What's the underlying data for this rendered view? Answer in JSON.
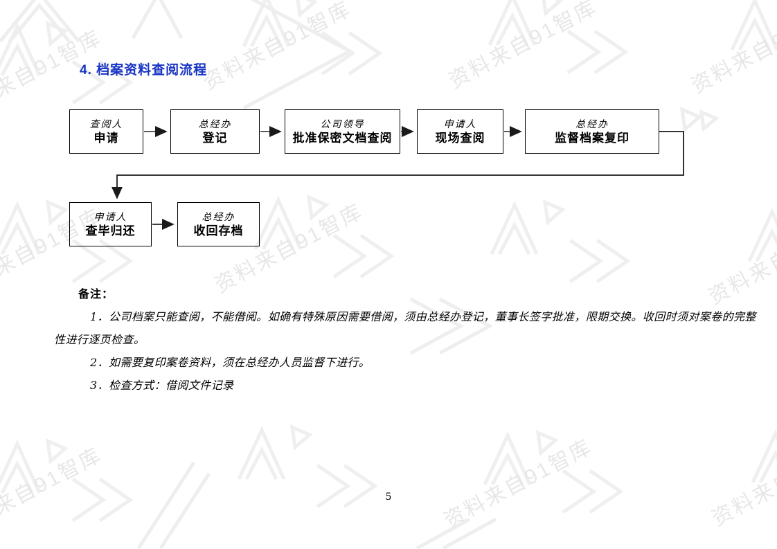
{
  "doc": {
    "title": "4. 档案资料查阅流程",
    "title_color": "#1733c4",
    "page_number": "5"
  },
  "flowchart": {
    "row1": [
      {
        "role": "查阅人",
        "action": "申请"
      },
      {
        "role": "总经办",
        "action": "登记"
      },
      {
        "role": "公司领导",
        "action": "批准保密文档查阅"
      },
      {
        "role": "申请人",
        "action": "现场查阅"
      },
      {
        "role": "总经办",
        "action": "监督档案复印"
      }
    ],
    "row2": [
      {
        "role": "申请人",
        "action": "查毕归还"
      },
      {
        "role": "总经办",
        "action": "收回存档"
      }
    ]
  },
  "notes": {
    "heading": "备注：",
    "items": [
      "1．公司档案只能查阅，不能借阅。如确有特殊原因需要借阅，须由总经办登记，董事长签字批准，限期交换。收回时须对案卷的完整性进行逐页检查。",
      "2．如需要复印案卷资料，须在总经办人员监督下进行。",
      "3．检查方式：借阅文件记录"
    ]
  },
  "watermark": {
    "text": "资料来自91智库",
    "color": "#e7e7e7"
  }
}
